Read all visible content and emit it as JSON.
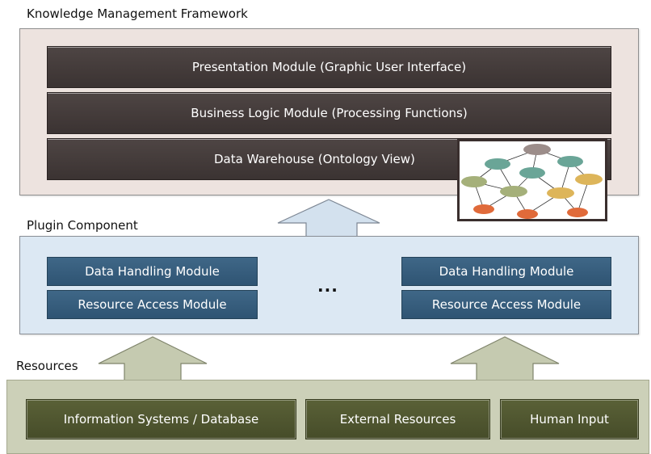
{
  "framework": {
    "title": "Knowledge Management Framework",
    "modules": [
      "Presentation Module (Graphic User Interface)",
      "Business Logic Module (Processing Functions)",
      "Data Warehouse (Ontology View)"
    ]
  },
  "plugin": {
    "title": "Plugin Component",
    "ellipsis": "...",
    "left": {
      "data_handling": "Data Handling Module",
      "resource_access": "Resource Access Module"
    },
    "right": {
      "data_handling": "Data Handling Module",
      "resource_access": "Resource Access Module"
    }
  },
  "resources": {
    "title": "Resources",
    "items": [
      "Information Systems / Database",
      "External Resources",
      "Human Input"
    ]
  },
  "colors": {
    "framework_panel": "#ede3df",
    "module_bar": "#443b3a",
    "plugin_panel": "#dce8f3",
    "plugin_bar": "#35597a",
    "resources_panel": "#ccd0b8",
    "resource_bar": "#4f552f",
    "arrow_fill": "#d3e1ee",
    "resource_arrow_fill": "#c5cab0"
  }
}
